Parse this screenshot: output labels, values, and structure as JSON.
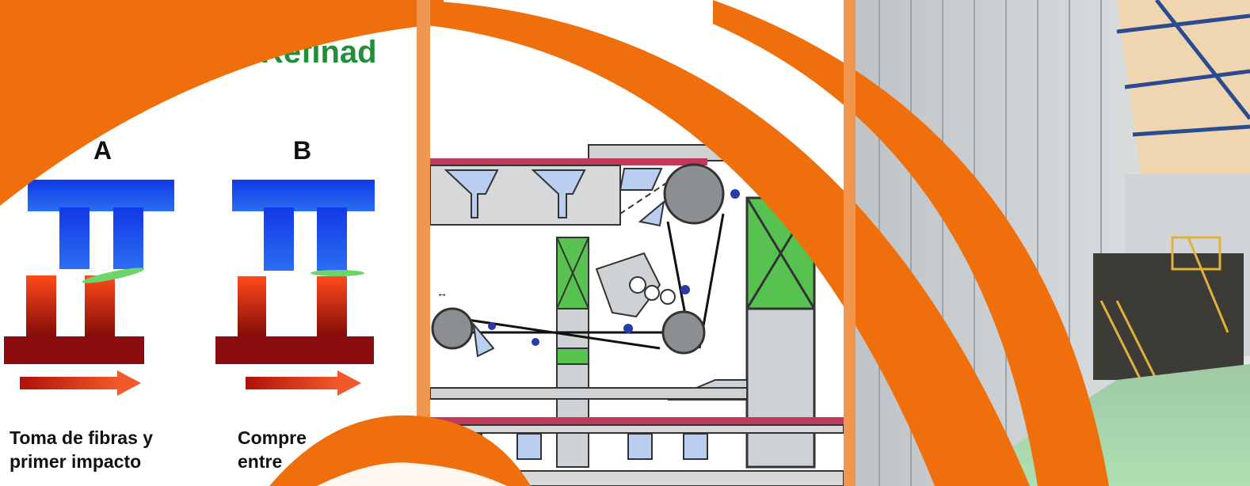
{
  "panel_refiner": {
    "title": "del Refinad",
    "label_a": "A",
    "label_b": "B",
    "caption_a_line1": "Toma de fibras y",
    "caption_a_line2": "primer impacto",
    "caption_b_line1": "Compre",
    "caption_b_line2": "entre"
  },
  "colors": {
    "accent_orange": "#ee6f0c",
    "title_green": "#1f8f3a",
    "stator_blue": "#1848e0",
    "rotor_red": "#e03a18",
    "fiber_green": "#6ed46a",
    "machine_gray": "#cfd2d4",
    "frame_green": "#57c24f"
  }
}
